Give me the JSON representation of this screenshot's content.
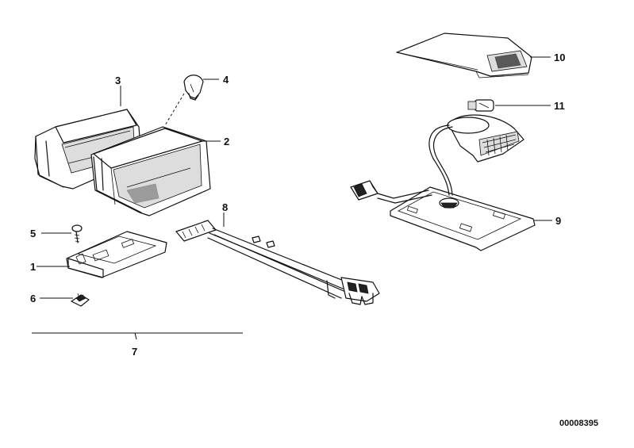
{
  "diagram": {
    "reference_number": "00008395",
    "labels": {
      "l1": "1",
      "l2": "2",
      "l3": "3",
      "l4": "4",
      "l5": "5",
      "l6": "6",
      "l7": "7",
      "l8": "8",
      "l9": "9",
      "l10": "10",
      "l11": "11"
    }
  }
}
